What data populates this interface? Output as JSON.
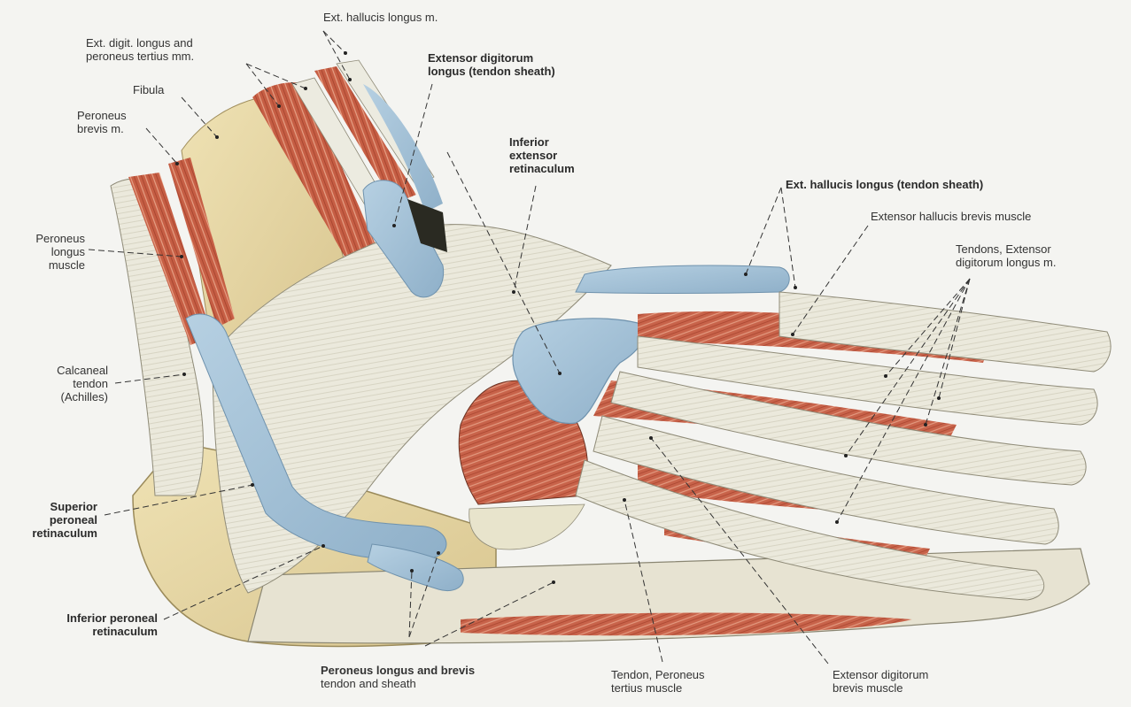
{
  "figure": {
    "title": "Lateral view of the foot and ankle: muscles, tendons, sheaths and retinacula",
    "colors": {
      "background": "#f4f4f1",
      "tendon": "#e8e6d8",
      "tendon_shadow": "#c9c6b2",
      "sheath": "#9fbfd6",
      "sheath_dark": "#7fa3bf",
      "muscle": "#c2583e",
      "muscle_light": "#d98a6e",
      "bone": "#e9d9a8",
      "bone_dark": "#cdb77e",
      "leader": "#333333"
    }
  },
  "labels": [
    {
      "id": "ext-hallucis-longus-m",
      "lines": [
        "Ext. hallucis longus m."
      ],
      "bold": false
    },
    {
      "id": "ext-digit-longus-peroneus-tertius",
      "lines": [
        "Ext. digit. longus and",
        "peroneus tertius mm."
      ],
      "bold": false
    },
    {
      "id": "fibula",
      "lines": [
        "Fibula"
      ],
      "bold": false
    },
    {
      "id": "peroneus-brevis-m",
      "lines": [
        "Peroneus",
        "brevis m."
      ],
      "bold": false
    },
    {
      "id": "peroneus-longus-muscle",
      "lines": [
        "Peroneus",
        "longus",
        "muscle"
      ],
      "bold": false
    },
    {
      "id": "calcaneal-tendon",
      "lines": [
        "Calcaneal",
        "tendon",
        "(Achilles)"
      ],
      "bold": false
    },
    {
      "id": "superior-peroneal-retinaculum",
      "lines": [
        "Superior",
        "peroneal",
        "retinaculum"
      ],
      "bold": true
    },
    {
      "id": "inferior-peroneal-retinaculum",
      "lines": [
        "Inferior peroneal",
        "retinaculum"
      ],
      "bold": true
    },
    {
      "id": "extensor-digitorum-longus-sheath",
      "lines": [
        "Extensor digitorum",
        "longus (tendon sheath)"
      ],
      "bold": true
    },
    {
      "id": "inferior-extensor-retinaculum",
      "lines": [
        "Inferior",
        "extensor",
        "retinaculum"
      ],
      "bold": true
    },
    {
      "id": "ext-hallucis-longus-sheath",
      "lines": [
        "Ext. hallucis longus (tendon sheath)"
      ],
      "bold": true
    },
    {
      "id": "extensor-hallucis-brevis",
      "lines": [
        "Extensor hallucis brevis muscle"
      ],
      "bold": false
    },
    {
      "id": "tendons-extensor-digitorum-longus",
      "lines": [
        "Tendons, Extensor",
        "digitorum longus m."
      ],
      "bold": false
    },
    {
      "id": "peroneus-longus-brevis-sheath",
      "lines": [
        "Peroneus longus and brevis",
        "tendon and sheath"
      ],
      "bold": true,
      "bold_first_line_only": true
    },
    {
      "id": "tendon-peroneus-tertius",
      "lines": [
        "Tendon, Peroneus",
        "tertius muscle"
      ],
      "bold": false
    },
    {
      "id": "extensor-digitorum-brevis",
      "lines": [
        "Extensor digitorum",
        "brevis muscle"
      ],
      "bold": false
    }
  ]
}
